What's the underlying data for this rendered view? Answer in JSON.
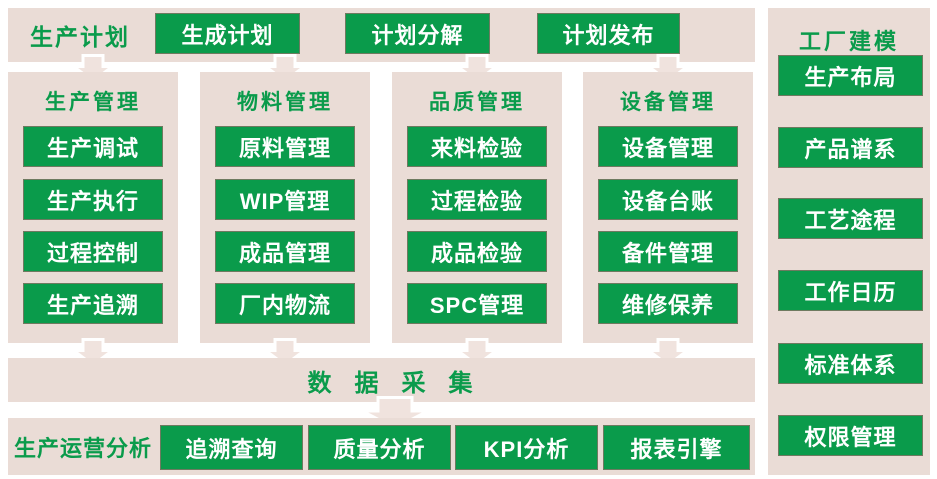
{
  "colors": {
    "green": "#0a9b4b",
    "panel": "#eadcd6",
    "arrow_fill": "#f0e3de",
    "arrow_outline": "#ffffff",
    "btn_border": "#6e7a60",
    "btn_text": "#ffffff",
    "bg": "#ffffff"
  },
  "icons": {
    "down_arrow_icon": "block-arrow-down"
  },
  "planning": {
    "label": "生产计划",
    "buttons": [
      "生成计划",
      "计划分解",
      "计划发布"
    ]
  },
  "columns": [
    {
      "title": "生产管理",
      "items": [
        "生产调试",
        "生产执行",
        "过程控制",
        "生产追溯"
      ]
    },
    {
      "title": "物料管理",
      "items": [
        "原料管理",
        "WIP管理",
        "成品管理",
        "厂内物流"
      ]
    },
    {
      "title": "品质管理",
      "items": [
        "来料检验",
        "过程检验",
        "成品检验",
        "SPC管理"
      ]
    },
    {
      "title": "设备管理",
      "items": [
        "设备管理",
        "设备台账",
        "备件管理",
        "维修保养"
      ]
    }
  ],
  "data_collection": {
    "label": "数据采集"
  },
  "analysis": {
    "label": "生产运营分析",
    "buttons": [
      "追溯查询",
      "质量分析",
      "KPI分析",
      "报表引擎"
    ]
  },
  "modeling": {
    "title": "工厂建模",
    "buttons": [
      "生产布局",
      "产品谱系",
      "工艺途程",
      "工作日历",
      "标准体系",
      "权限管理"
    ]
  }
}
